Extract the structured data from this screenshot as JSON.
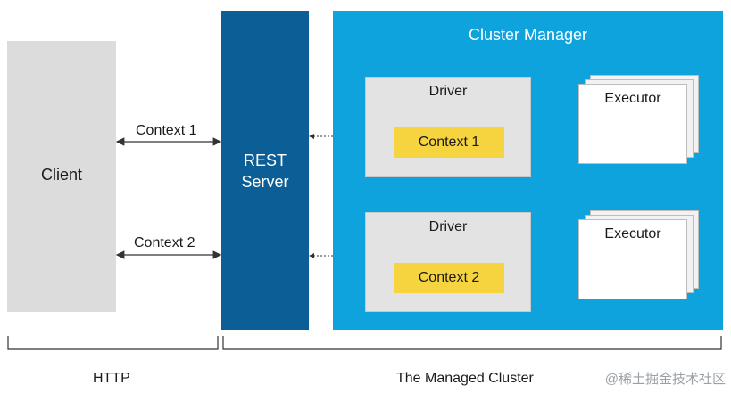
{
  "client": {
    "label": "Client"
  },
  "rest_server": {
    "line1": "REST",
    "line2": "Server"
  },
  "cluster_manager": {
    "title": "Cluster Manager"
  },
  "links": {
    "context1": "Context 1",
    "context2": "Context 2"
  },
  "drivers": [
    {
      "label": "Driver",
      "context": "Context 1"
    },
    {
      "label": "Driver",
      "context": "Context 2"
    }
  ],
  "executors": [
    {
      "label": "Executor"
    },
    {
      "label": "Executor"
    }
  ],
  "brackets": {
    "http": "HTTP",
    "managed": "The Managed Cluster"
  },
  "watermark": "@稀土掘金技术社区",
  "colors": {
    "client": "#dcdcdc",
    "rest_server": "#0b5f96",
    "cluster_manager": "#0ea3dc",
    "context_box": "#f5d43f"
  }
}
